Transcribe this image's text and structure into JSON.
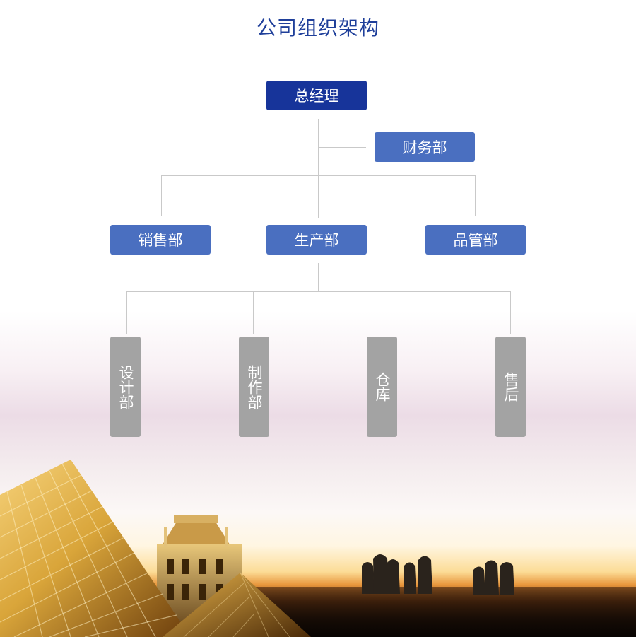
{
  "title": "公司组织架构",
  "org": {
    "ceo": "总经理",
    "finance": "财务部",
    "departments": [
      "销售部",
      "生产部",
      "品管部"
    ],
    "production_units": [
      "设计部",
      "制作部",
      "仓库",
      "售后"
    ]
  },
  "colors": {
    "title": "#1f3f9a",
    "top_box": "#17349a",
    "dept_box": "#4a6fc0",
    "unit_box": "#a3a3a3",
    "connector": "#c9c9c9"
  }
}
